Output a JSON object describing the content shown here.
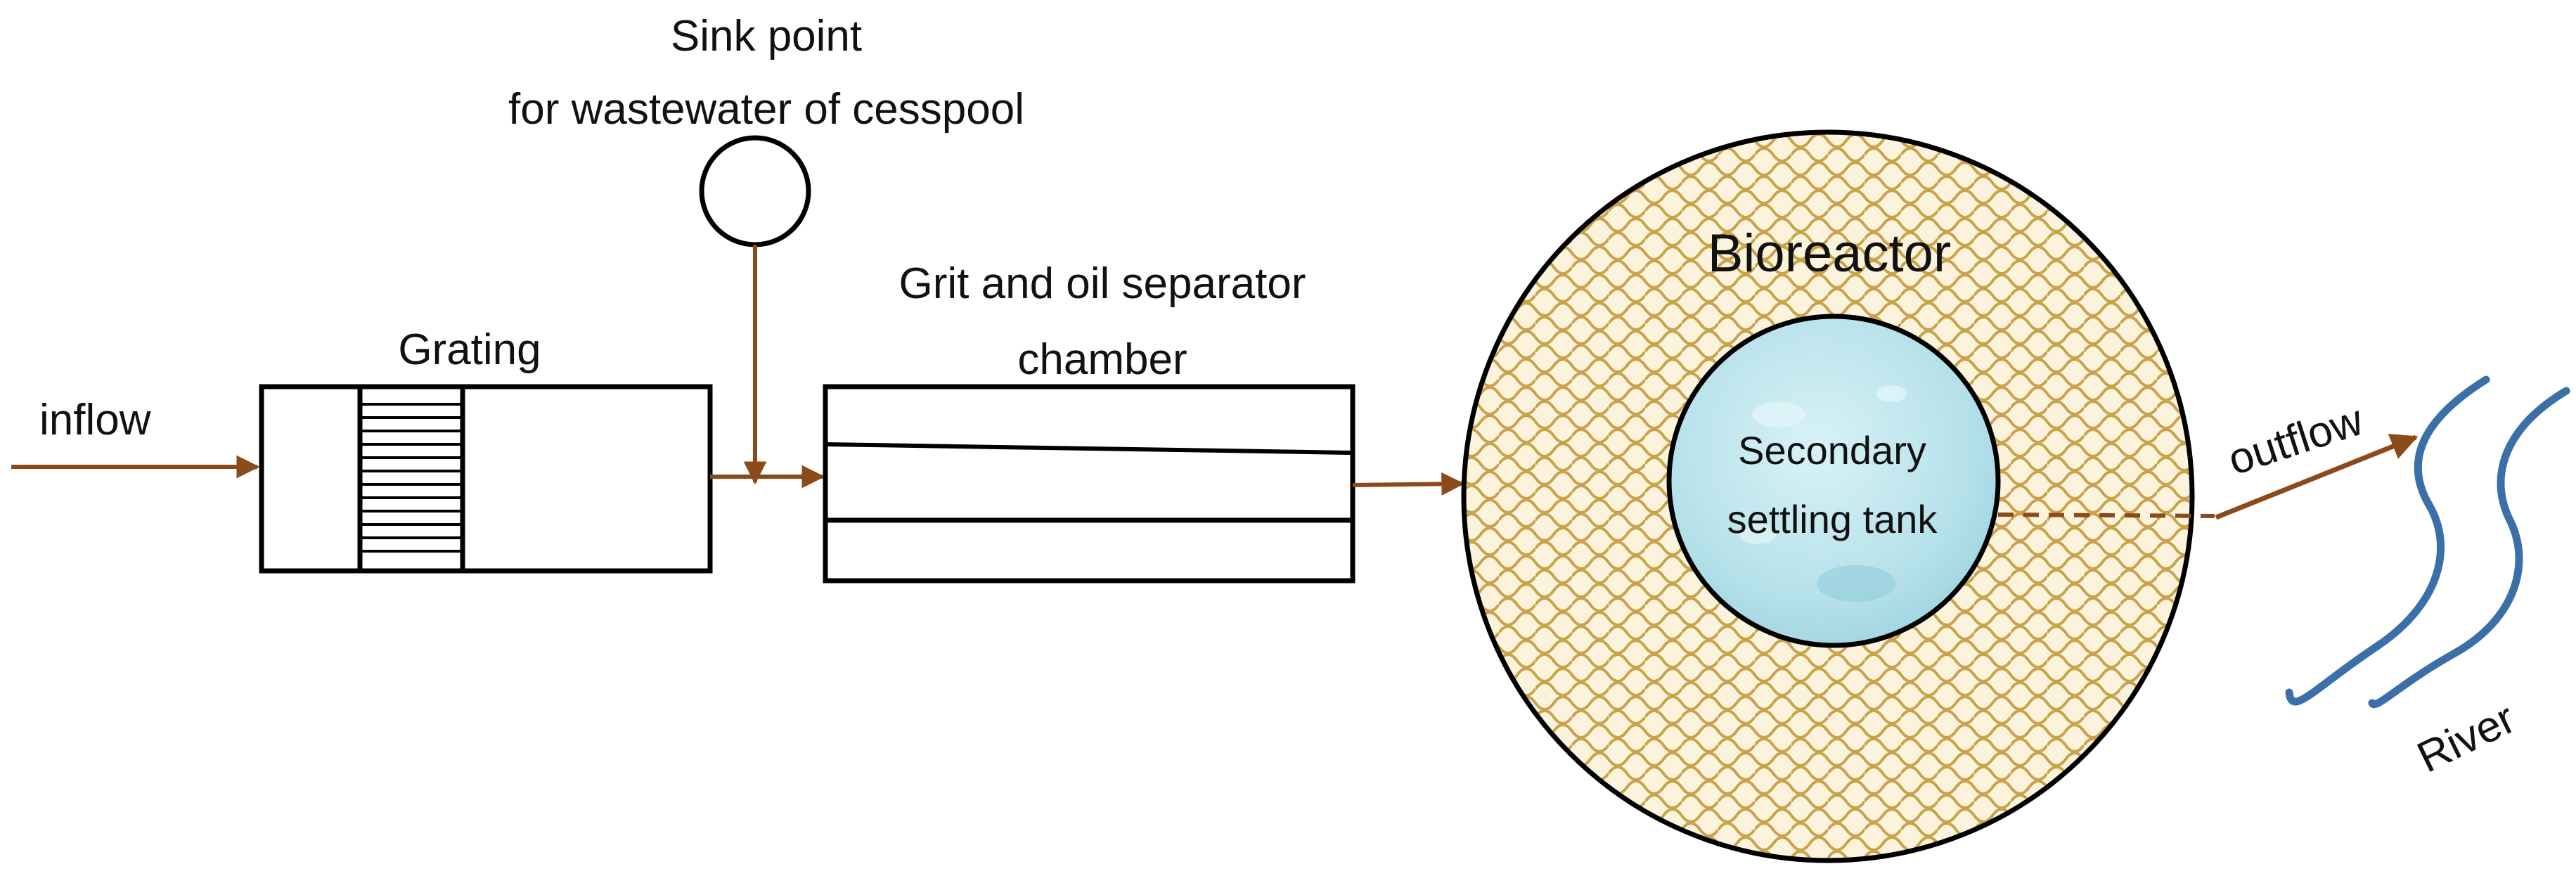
{
  "labels": {
    "sink_point_line1": "Sink point",
    "sink_point_line2": "for wastewater of cesspool",
    "grating": "Grating",
    "inflow": "inflow",
    "grit_line1": "Grit and oil separator",
    "grit_line2": "chamber",
    "bioreactor": "Bioreactor",
    "secondary_line1": "Secondary",
    "secondary_line2": "settling tank",
    "outflow": "outflow",
    "river": "River"
  },
  "colors": {
    "flow_arrow": "#8a4a1a",
    "outline": "#000000",
    "bioreactor_pattern": "#c9a24a",
    "bioreactor_fill": "#fbf3dc",
    "settling_tank_fill": "#bfe6ee",
    "river": "#3a6fa8"
  }
}
